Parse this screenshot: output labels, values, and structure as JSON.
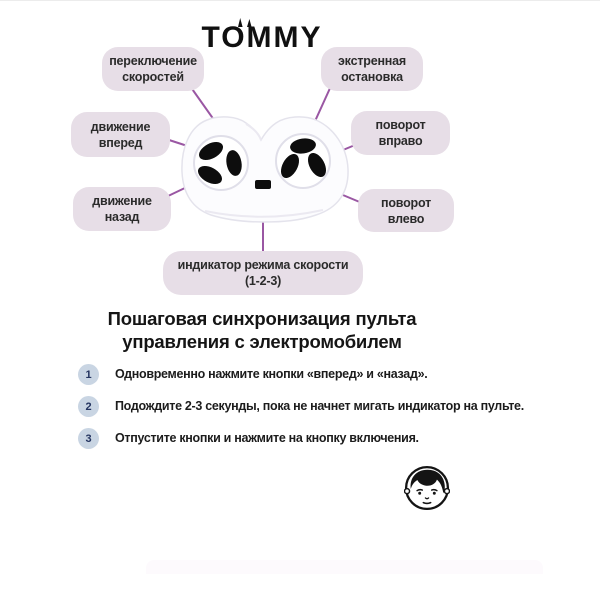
{
  "brand": {
    "logo_text": "TOMMY"
  },
  "remote_diagram": {
    "labels": {
      "speed_switch": "переключение скоростей",
      "emergency_stop": "экстренная остановка",
      "forward": "движение вперед",
      "turn_right": "поворот вправо",
      "backward": "движение назад",
      "turn_left": "поворот влево",
      "speed_indicator": "индикатор режима скорости (1-2-3)"
    },
    "colors": {
      "bubble_bg": "#e7dee7",
      "bubble_text": "#2b2b2b",
      "connector_line": "#9a57a3",
      "button_color": "#0d0d0d",
      "remote_body": "#fcfcfe"
    }
  },
  "instructions": {
    "heading_line1": "Пошаговая синхронизация пульта",
    "heading_line2": "управления с электромобилем",
    "steps": [
      {
        "num": "1",
        "text": "Одновременно нажмите кнопки «вперед» и «назад»."
      },
      {
        "num": "2",
        "text": "Подождите 2-3 секунды, пока не начнет мигать индикатор на пульте."
      },
      {
        "num": "3",
        "text": "Отпустите кнопки и нажмите на кнопку включения."
      }
    ],
    "badge_bg": "#c9d5e3",
    "badge_text_color": "#23335f"
  },
  "footer": {
    "logo_icon": "boy-face-logo"
  }
}
